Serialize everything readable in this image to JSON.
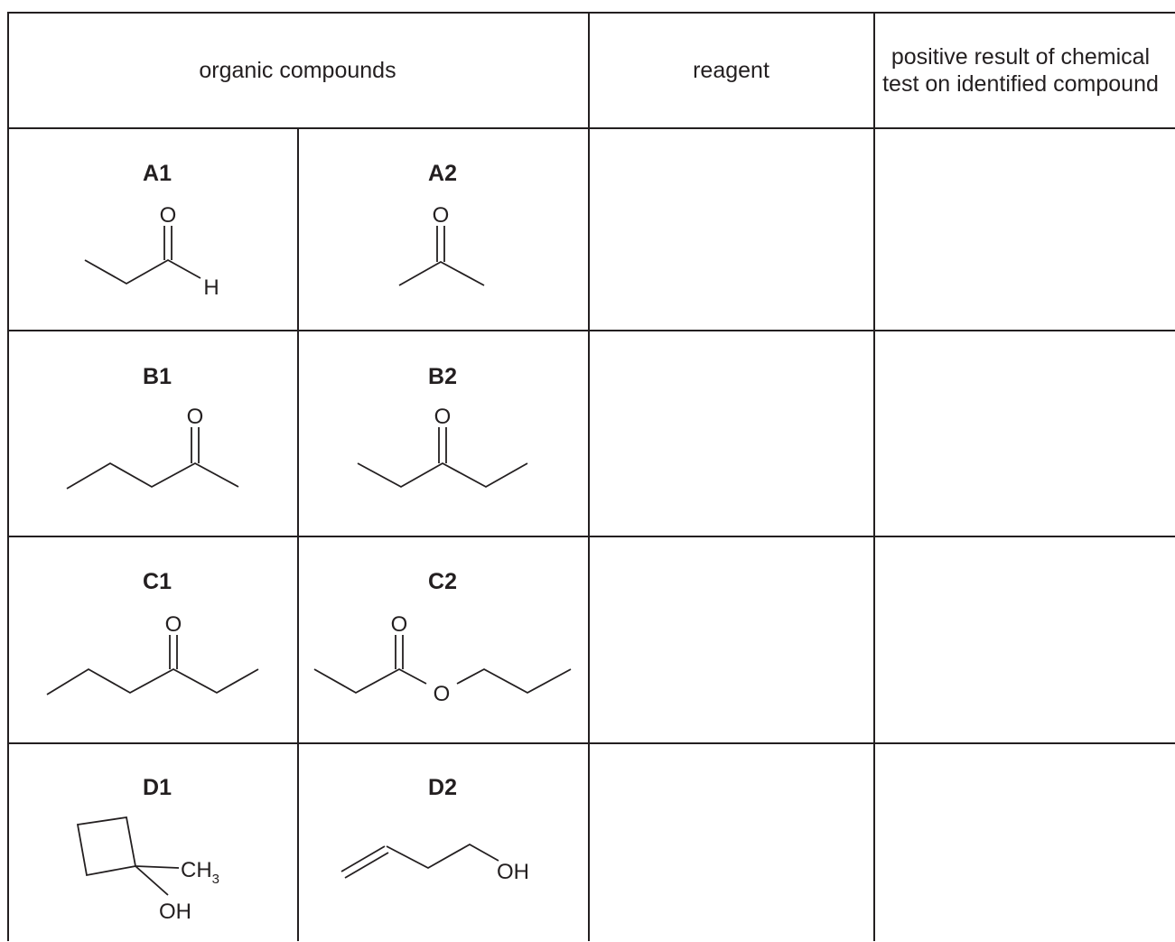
{
  "header": {
    "organic_compounds": "organic compounds",
    "reagent": "reagent",
    "positive_result": "positive result of chemical test on identified compound"
  },
  "compounds": {
    "A1": {
      "label": "A1",
      "atoms": [
        "O",
        "H"
      ]
    },
    "A2": {
      "label": "A2",
      "atoms": [
        "O"
      ]
    },
    "B1": {
      "label": "B1",
      "atoms": [
        "O"
      ]
    },
    "B2": {
      "label": "B2",
      "atoms": [
        "O"
      ]
    },
    "C1": {
      "label": "C1",
      "atoms": [
        "O"
      ]
    },
    "C2": {
      "label": "C2",
      "atoms": [
        "O",
        "O"
      ]
    },
    "D1": {
      "label": "D1",
      "atoms": [
        "CH",
        "3",
        "OH"
      ]
    },
    "D2": {
      "label": "D2",
      "atoms": [
        "OH"
      ]
    }
  }
}
